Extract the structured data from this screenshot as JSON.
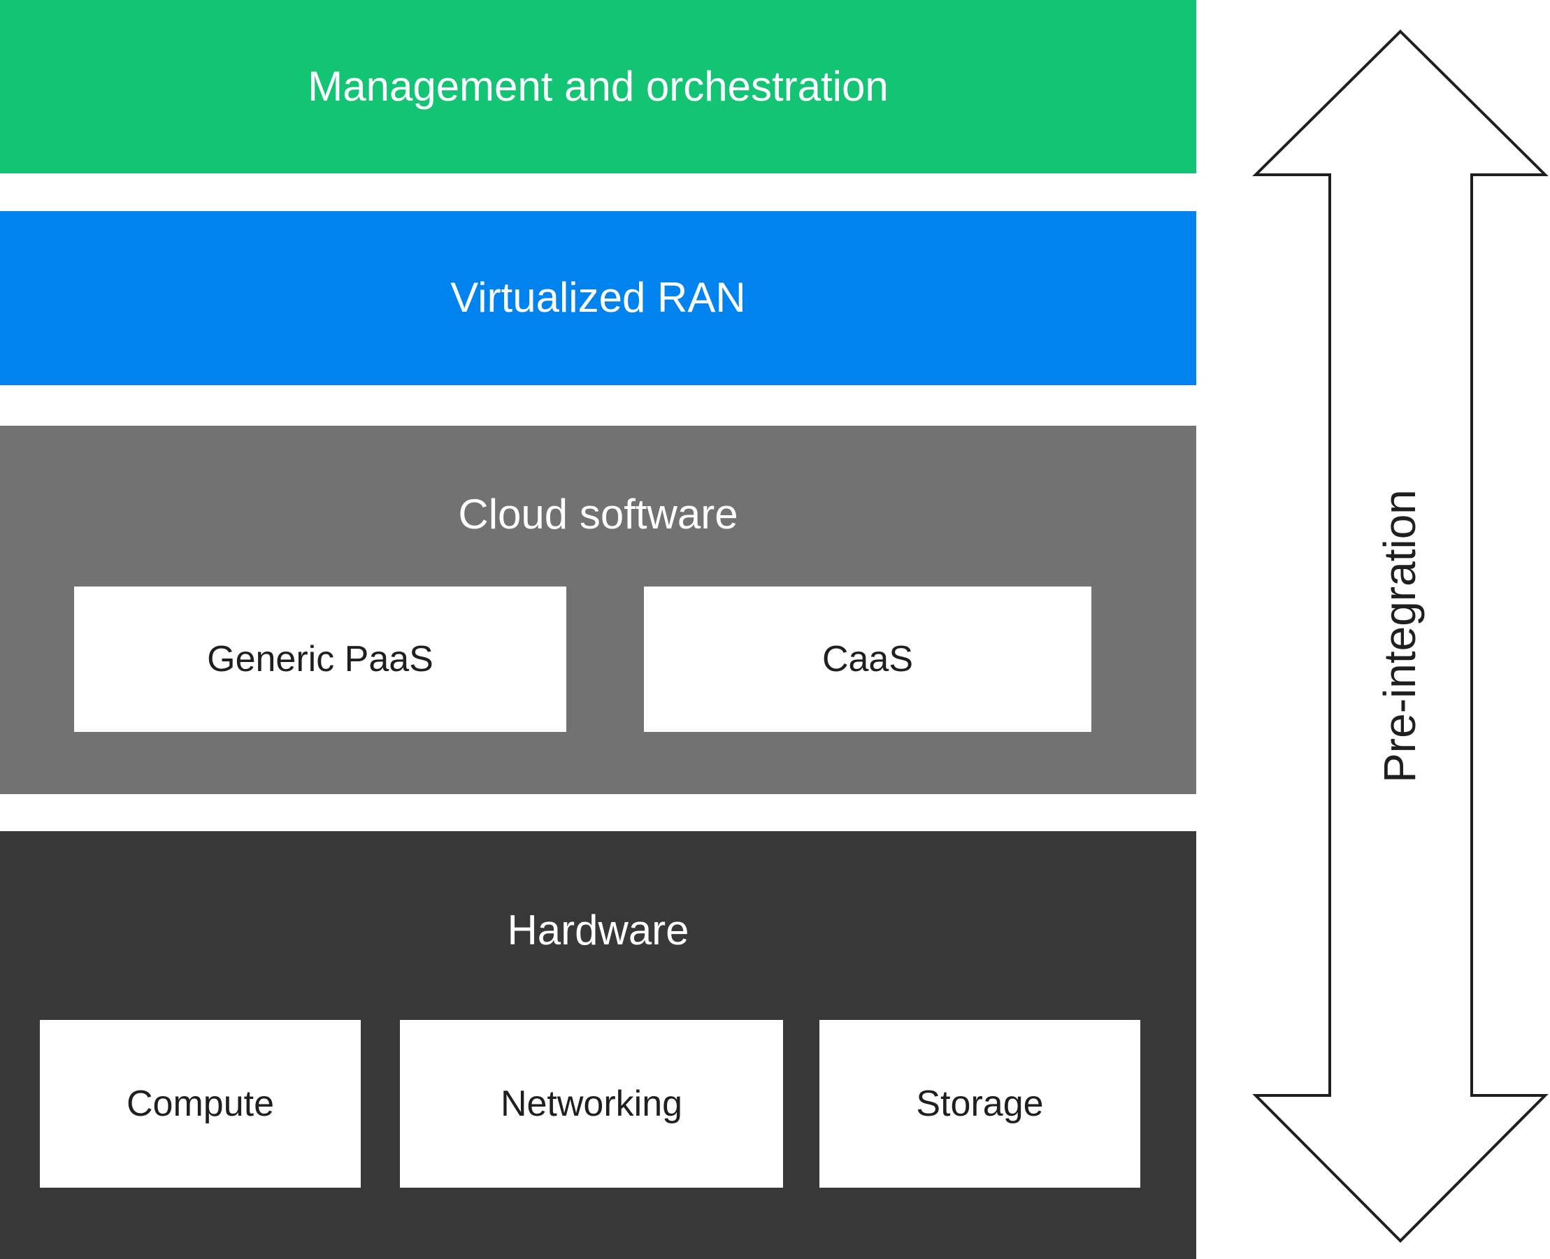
{
  "layers": {
    "management": {
      "label": "Management and orchestration"
    },
    "vran": {
      "label": "Virtualized RAN"
    },
    "cloud": {
      "label": "Cloud software",
      "items": [
        {
          "label": "Generic PaaS"
        },
        {
          "label": "CaaS"
        }
      ]
    },
    "hardware": {
      "label": "Hardware",
      "items": [
        {
          "label": "Compute"
        },
        {
          "label": "Networking"
        },
        {
          "label": "Storage"
        }
      ]
    }
  },
  "arrow": {
    "label": "Pre-integration"
  },
  "colors": {
    "management": "#13c474",
    "vran": "#0082ef",
    "cloud": "#727272",
    "hardware": "#383838"
  }
}
